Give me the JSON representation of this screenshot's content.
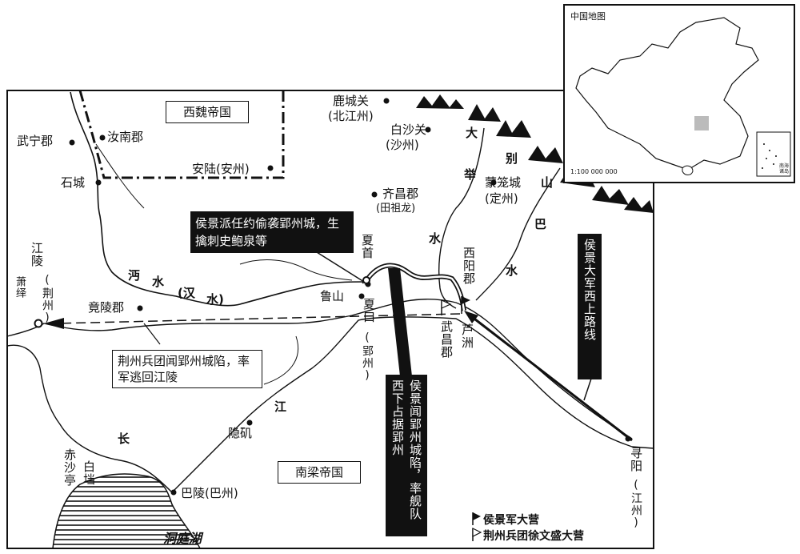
{
  "regions": {
    "west_wei": "西魏帝国",
    "south_liang": "南梁帝国"
  },
  "places": {
    "wuning": "武宁郡",
    "runan": "汝南郡",
    "shicheng": "石城",
    "anlu": "安陆(安州)",
    "luchengguan": "鹿城关",
    "luchengguan_sub": "(北江州)",
    "baishaguan": "白沙关",
    "baishaguan_sub": "(沙州)",
    "qichang": "齐昌郡",
    "qichang_sub": "(田祖龙)",
    "menglong": "蒙笼城",
    "menglong_sub": "(定州)",
    "jiangling": "江陵",
    "jiangling_sub1": "(荆州)",
    "jiangling_sub2": "萧绎",
    "jingling": "竟陵郡",
    "xiashou": "夏首",
    "lushan": "鲁山",
    "xiakou": "夏口",
    "xiakou_sub": "(郢州)",
    "xiyang": "西阳郡",
    "wuchang": "武昌郡",
    "luzhou": "芦洲",
    "yinji": "隐矶",
    "chishating": "赤沙亭",
    "baiji": "白垱",
    "baling": "巴陵(巴州)",
    "xunyang": "寻阳",
    "xunyang_sub": "(江州)",
    "dongting": "洞庭湖"
  },
  "rivers": {
    "mian": [
      "沔",
      "水"
    ],
    "han": [
      "(汉",
      "水)"
    ],
    "changjiang": [
      "长",
      "江"
    ],
    "ju": [
      "举",
      "水"
    ],
    "ba": [
      "巴",
      "水"
    ],
    "mountains": [
      "大",
      "别",
      "山"
    ]
  },
  "callouts": {
    "raid": "侯景派任约偷袭郢州城，生擒刺史鲍泉等",
    "jingzhou": "荆州兵团闻郢州城陷，率军逃回江陵",
    "fleet": "侯景闻郢州城陷，率舰队西下占据郢州",
    "march": "侯景大军西上路线"
  },
  "legend": {
    "houjing_camp": "侯景军大营",
    "jingzhou_camp": "荆州兵团徐文盛大营"
  },
  "inset": {
    "title": "中国地图",
    "scale": "1:100 000 000",
    "nanhai": "南海诸岛"
  }
}
